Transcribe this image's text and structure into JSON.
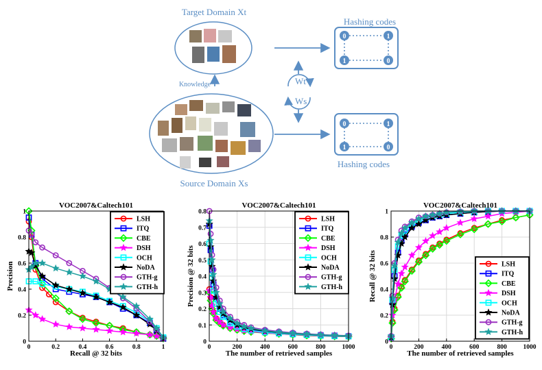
{
  "diagram": {
    "target_label": "Target Domain Xt",
    "source_label": "Source Domain Xs",
    "knowledge_label": "Knowledge",
    "hash_top_label": "Hashing codes",
    "hash_bottom_label": "Hashing codes",
    "wt_label": "Wt",
    "ws_label": "Ws",
    "code_top": [
      "0",
      "1",
      "1",
      "0"
    ],
    "code_bottom": [
      "0",
      "1",
      "1",
      "0"
    ],
    "accent_color": "#5b8ec4"
  },
  "chart_data": [
    {
      "type": "line",
      "title": "VOC2007&Caltech101",
      "xlabel": "Recall @ 32 bits",
      "ylabel": "Precision",
      "xlim": [
        0,
        1
      ],
      "ylim": [
        0,
        1
      ],
      "xticks": [
        "0",
        "0.2",
        "0.4",
        "0.6",
        "0.8",
        "1"
      ],
      "yticks": [
        "0",
        "0.2",
        "0.4",
        "0.6",
        "0.8",
        "1"
      ],
      "grid": false,
      "legend": "top-right",
      "series": [
        {
          "name": "LSH",
          "color": "#ff0000",
          "marker": "circle",
          "x": [
            0,
            0.02,
            0.05,
            0.1,
            0.15,
            0.2,
            0.3,
            0.4,
            0.5,
            0.6,
            0.7,
            0.8,
            0.9,
            0.95,
            1
          ],
          "y": [
            0.92,
            0.8,
            0.55,
            0.41,
            0.36,
            0.3,
            0.23,
            0.18,
            0.15,
            0.12,
            0.1,
            0.07,
            0.05,
            0.04,
            0.02
          ]
        },
        {
          "name": "ITQ",
          "color": "#0000ff",
          "marker": "square",
          "x": [
            0,
            0.02,
            0.05,
            0.1,
            0.2,
            0.3,
            0.4,
            0.5,
            0.6,
            0.7,
            0.8,
            0.9,
            0.95,
            1
          ],
          "y": [
            0.95,
            0.82,
            0.6,
            0.48,
            0.4,
            0.38,
            0.36,
            0.34,
            0.3,
            0.25,
            0.2,
            0.14,
            0.08,
            0.02
          ]
        },
        {
          "name": "CBE",
          "color": "#00ff00",
          "marker": "diamond",
          "x": [
            0,
            0.02,
            0.05,
            0.1,
            0.2,
            0.3,
            0.4,
            0.5,
            0.6,
            0.7,
            0.8,
            0.9,
            0.95,
            1
          ],
          "y": [
            1.0,
            0.85,
            0.58,
            0.44,
            0.33,
            0.23,
            0.17,
            0.14,
            0.12,
            0.09,
            0.07,
            0.05,
            0.04,
            0.02
          ]
        },
        {
          "name": "DSH",
          "color": "#ff00ff",
          "marker": "star",
          "x": [
            0,
            0.05,
            0.1,
            0.2,
            0.3,
            0.4,
            0.5,
            0.6,
            0.7,
            0.8,
            0.9,
            0.95,
            1
          ],
          "y": [
            0.24,
            0.2,
            0.17,
            0.13,
            0.11,
            0.1,
            0.09,
            0.08,
            0.07,
            0.06,
            0.05,
            0.04,
            0.03
          ]
        },
        {
          "name": "OCH",
          "color": "#00ffff",
          "marker": "square",
          "x": [
            0,
            0.05,
            0.1,
            0.2,
            0.3,
            0.4,
            0.5,
            0.6,
            0.7,
            0.8,
            0.9,
            0.95,
            1
          ],
          "y": [
            0.46,
            0.46,
            0.44,
            0.42,
            0.4,
            0.38,
            0.35,
            0.31,
            0.27,
            0.22,
            0.15,
            0.1,
            0.03
          ]
        },
        {
          "name": "NoDA",
          "color": "#000000",
          "marker": "star",
          "x": [
            0,
            0.02,
            0.05,
            0.1,
            0.2,
            0.3,
            0.4,
            0.5,
            0.6,
            0.7,
            0.8,
            0.9,
            0.95,
            1
          ],
          "y": [
            0.69,
            0.68,
            0.58,
            0.5,
            0.43,
            0.4,
            0.37,
            0.34,
            0.3,
            0.26,
            0.2,
            0.13,
            0.08,
            0.02
          ]
        },
        {
          "name": "GTH-g",
          "color": "#9b30c0",
          "marker": "circle",
          "x": [
            0,
            0.02,
            0.05,
            0.1,
            0.2,
            0.3,
            0.4,
            0.5,
            0.6,
            0.7,
            0.8,
            0.9,
            0.95,
            1
          ],
          "y": [
            0.85,
            0.82,
            0.76,
            0.72,
            0.66,
            0.6,
            0.54,
            0.48,
            0.41,
            0.33,
            0.25,
            0.15,
            0.09,
            0.02
          ]
        },
        {
          "name": "GTH-h",
          "color": "#20a0a0",
          "marker": "star",
          "x": [
            0,
            0.02,
            0.05,
            0.1,
            0.2,
            0.3,
            0.4,
            0.5,
            0.6,
            0.7,
            0.8,
            0.9,
            0.95,
            1
          ],
          "y": [
            0.55,
            0.57,
            0.6,
            0.6,
            0.56,
            0.53,
            0.5,
            0.46,
            0.4,
            0.34,
            0.27,
            0.17,
            0.1,
            0.03
          ]
        }
      ]
    },
    {
      "type": "line",
      "title": "VOC2007&Caltech101",
      "xlabel": "The number of retrieved samples",
      "ylabel": "Precision @ 32 bits",
      "xlim": [
        0,
        1000
      ],
      "ylim": [
        0,
        0.8
      ],
      "xticks": [
        "0",
        "200",
        "400",
        "600",
        "800",
        "1000"
      ],
      "yticks": [
        "0",
        "0.1",
        "0.2",
        "0.3",
        "0.4",
        "0.5",
        "0.6",
        "0.7",
        "0.8"
      ],
      "grid": true,
      "legend": "top-right",
      "series": [
        {
          "name": "LSH",
          "color": "#ff0000",
          "marker": "circle",
          "x": [
            1,
            10,
            20,
            30,
            50,
            75,
            100,
            150,
            200,
            250,
            300,
            400,
            500,
            600,
            700,
            800,
            900,
            1000
          ],
          "y": [
            0.32,
            0.27,
            0.22,
            0.18,
            0.14,
            0.12,
            0.1,
            0.08,
            0.07,
            0.065,
            0.06,
            0.05,
            0.045,
            0.04,
            0.035,
            0.032,
            0.03,
            0.028
          ]
        },
        {
          "name": "ITQ",
          "color": "#0000ff",
          "marker": "square",
          "x": [
            1,
            10,
            20,
            30,
            50,
            75,
            100,
            150,
            200,
            250,
            300,
            400,
            500,
            600,
            700,
            800,
            900,
            1000
          ],
          "y": [
            0.71,
            0.56,
            0.44,
            0.35,
            0.26,
            0.2,
            0.16,
            0.12,
            0.1,
            0.08,
            0.07,
            0.06,
            0.05,
            0.045,
            0.04,
            0.037,
            0.034,
            0.031
          ]
        },
        {
          "name": "CBE",
          "color": "#00ff00",
          "marker": "diamond",
          "x": [
            1,
            10,
            20,
            30,
            50,
            75,
            100,
            150,
            200,
            250,
            300,
            400,
            500,
            600,
            700,
            800,
            900,
            1000
          ],
          "y": [
            0.3,
            0.25,
            0.2,
            0.17,
            0.13,
            0.11,
            0.095,
            0.08,
            0.07,
            0.062,
            0.057,
            0.05,
            0.045,
            0.04,
            0.035,
            0.032,
            0.03,
            0.028
          ]
        },
        {
          "name": "DSH",
          "color": "#ff00ff",
          "marker": "star",
          "x": [
            1,
            10,
            20,
            30,
            50,
            75,
            100,
            150,
            200,
            250,
            300,
            400,
            500,
            600,
            700,
            800,
            900,
            1000
          ],
          "y": [
            0.31,
            0.27,
            0.22,
            0.18,
            0.14,
            0.12,
            0.1,
            0.085,
            0.075,
            0.066,
            0.06,
            0.052,
            0.046,
            0.041,
            0.037,
            0.033,
            0.031,
            0.029
          ]
        },
        {
          "name": "OCH",
          "color": "#00ffff",
          "marker": "square",
          "x": [
            1,
            10,
            20,
            30,
            50,
            75,
            100,
            150,
            200,
            250,
            300,
            400,
            500,
            600,
            700,
            800,
            900,
            1000
          ],
          "y": [
            0.6,
            0.49,
            0.39,
            0.31,
            0.23,
            0.18,
            0.15,
            0.11,
            0.09,
            0.075,
            0.066,
            0.055,
            0.048,
            0.043,
            0.039,
            0.035,
            0.032,
            0.03
          ]
        },
        {
          "name": "NoDA",
          "color": "#000000",
          "marker": "star",
          "x": [
            1,
            10,
            20,
            30,
            50,
            75,
            100,
            150,
            200,
            250,
            300,
            400,
            500,
            600,
            700,
            800,
            900,
            1000
          ],
          "y": [
            0.72,
            0.58,
            0.46,
            0.37,
            0.27,
            0.21,
            0.17,
            0.13,
            0.1,
            0.085,
            0.075,
            0.062,
            0.053,
            0.047,
            0.042,
            0.038,
            0.035,
            0.032
          ]
        },
        {
          "name": "GTH-g",
          "color": "#9b30c0",
          "marker": "circle",
          "x": [
            1,
            10,
            20,
            30,
            50,
            75,
            100,
            150,
            200,
            250,
            300,
            400,
            500,
            600,
            700,
            800,
            900,
            1000
          ],
          "y": [
            0.8,
            0.66,
            0.53,
            0.44,
            0.33,
            0.25,
            0.2,
            0.15,
            0.12,
            0.1,
            0.085,
            0.07,
            0.06,
            0.052,
            0.046,
            0.041,
            0.037,
            0.034
          ]
        },
        {
          "name": "GTH-h",
          "color": "#20a0a0",
          "marker": "star",
          "x": [
            1,
            10,
            20,
            30,
            50,
            75,
            100,
            150,
            200,
            250,
            300,
            400,
            500,
            600,
            700,
            800,
            900,
            1000
          ],
          "y": [
            0.74,
            0.62,
            0.5,
            0.41,
            0.3,
            0.23,
            0.18,
            0.14,
            0.11,
            0.09,
            0.08,
            0.065,
            0.056,
            0.049,
            0.044,
            0.039,
            0.036,
            0.033
          ]
        }
      ]
    },
    {
      "type": "line",
      "title": "VOC2007&Caltech101",
      "xlabel": "The number of retrieved samples",
      "ylabel": "Recall @ 32 bits",
      "xlim": [
        0,
        1000
      ],
      "ylim": [
        0,
        1
      ],
      "xticks": [
        "0",
        "200",
        "400",
        "600",
        "800",
        "1000"
      ],
      "yticks": [
        "0",
        "0.2",
        "0.4",
        "0.6",
        "0.8",
        "1"
      ],
      "grid": true,
      "legend": "bottom-right",
      "series": [
        {
          "name": "LSH",
          "color": "#ff0000",
          "marker": "circle",
          "x": [
            1,
            10,
            25,
            50,
            75,
            100,
            150,
            200,
            250,
            300,
            350,
            400,
            500,
            600,
            700,
            800,
            900,
            1000
          ],
          "y": [
            0.02,
            0.15,
            0.25,
            0.35,
            0.42,
            0.47,
            0.55,
            0.62,
            0.67,
            0.72,
            0.75,
            0.78,
            0.83,
            0.87,
            0.9,
            0.93,
            0.95,
            0.97
          ]
        },
        {
          "name": "ITQ",
          "color": "#0000ff",
          "marker": "square",
          "x": [
            1,
            10,
            25,
            50,
            75,
            100,
            150,
            200,
            250,
            300,
            350,
            400,
            500,
            600,
            700,
            800,
            900,
            1000
          ],
          "y": [
            0.03,
            0.3,
            0.5,
            0.68,
            0.77,
            0.82,
            0.88,
            0.91,
            0.93,
            0.95,
            0.96,
            0.97,
            0.98,
            0.99,
            0.995,
            1,
            1,
            1
          ]
        },
        {
          "name": "CBE",
          "color": "#00ff00",
          "marker": "diamond",
          "x": [
            1,
            10,
            25,
            50,
            75,
            100,
            150,
            200,
            250,
            300,
            350,
            400,
            500,
            600,
            700,
            800,
            900,
            1000
          ],
          "y": [
            0.02,
            0.14,
            0.24,
            0.34,
            0.41,
            0.46,
            0.54,
            0.61,
            0.66,
            0.71,
            0.74,
            0.77,
            0.82,
            0.86,
            0.9,
            0.92,
            0.95,
            0.97
          ]
        },
        {
          "name": "DSH",
          "color": "#ff00ff",
          "marker": "star",
          "x": [
            1,
            10,
            25,
            50,
            75,
            100,
            150,
            200,
            250,
            300,
            350,
            400,
            500,
            600,
            700,
            800,
            900,
            1000
          ],
          "y": [
            0.02,
            0.2,
            0.32,
            0.44,
            0.52,
            0.57,
            0.66,
            0.72,
            0.77,
            0.81,
            0.84,
            0.87,
            0.91,
            0.94,
            0.96,
            0.98,
            0.99,
            1
          ]
        },
        {
          "name": "OCH",
          "color": "#00ffff",
          "marker": "square",
          "x": [
            1,
            10,
            25,
            50,
            75,
            100,
            150,
            200,
            250,
            300,
            350,
            400,
            500,
            600,
            700,
            800,
            900,
            1000
          ],
          "y": [
            0.03,
            0.32,
            0.55,
            0.73,
            0.81,
            0.85,
            0.9,
            0.93,
            0.95,
            0.96,
            0.97,
            0.98,
            0.99,
            0.995,
            1,
            1,
            1,
            1
          ]
        },
        {
          "name": "NoDA",
          "color": "#000000",
          "marker": "star",
          "x": [
            1,
            10,
            25,
            50,
            75,
            100,
            150,
            200,
            250,
            300,
            350,
            400,
            500,
            600,
            700,
            800,
            900,
            1000
          ],
          "y": [
            0.03,
            0.28,
            0.48,
            0.66,
            0.75,
            0.8,
            0.87,
            0.9,
            0.93,
            0.95,
            0.96,
            0.97,
            0.98,
            0.99,
            0.995,
            1,
            1,
            1
          ]
        },
        {
          "name": "GTH-g",
          "color": "#9b30c0",
          "marker": "circle",
          "x": [
            1,
            10,
            25,
            50,
            75,
            100,
            150,
            200,
            250,
            300,
            350,
            400,
            500,
            600,
            700,
            800,
            900,
            1000
          ],
          "y": [
            0.04,
            0.35,
            0.6,
            0.78,
            0.85,
            0.88,
            0.92,
            0.95,
            0.96,
            0.97,
            0.98,
            0.99,
            0.995,
            1,
            1,
            1,
            1,
            1
          ]
        },
        {
          "name": "GTH-h",
          "color": "#20a0a0",
          "marker": "star",
          "x": [
            1,
            10,
            25,
            50,
            75,
            100,
            150,
            200,
            250,
            300,
            350,
            400,
            500,
            600,
            700,
            800,
            900,
            1000
          ],
          "y": [
            0.04,
            0.33,
            0.58,
            0.76,
            0.83,
            0.87,
            0.91,
            0.94,
            0.96,
            0.97,
            0.98,
            0.99,
            0.995,
            1,
            1,
            1,
            1,
            1
          ]
        }
      ]
    }
  ]
}
